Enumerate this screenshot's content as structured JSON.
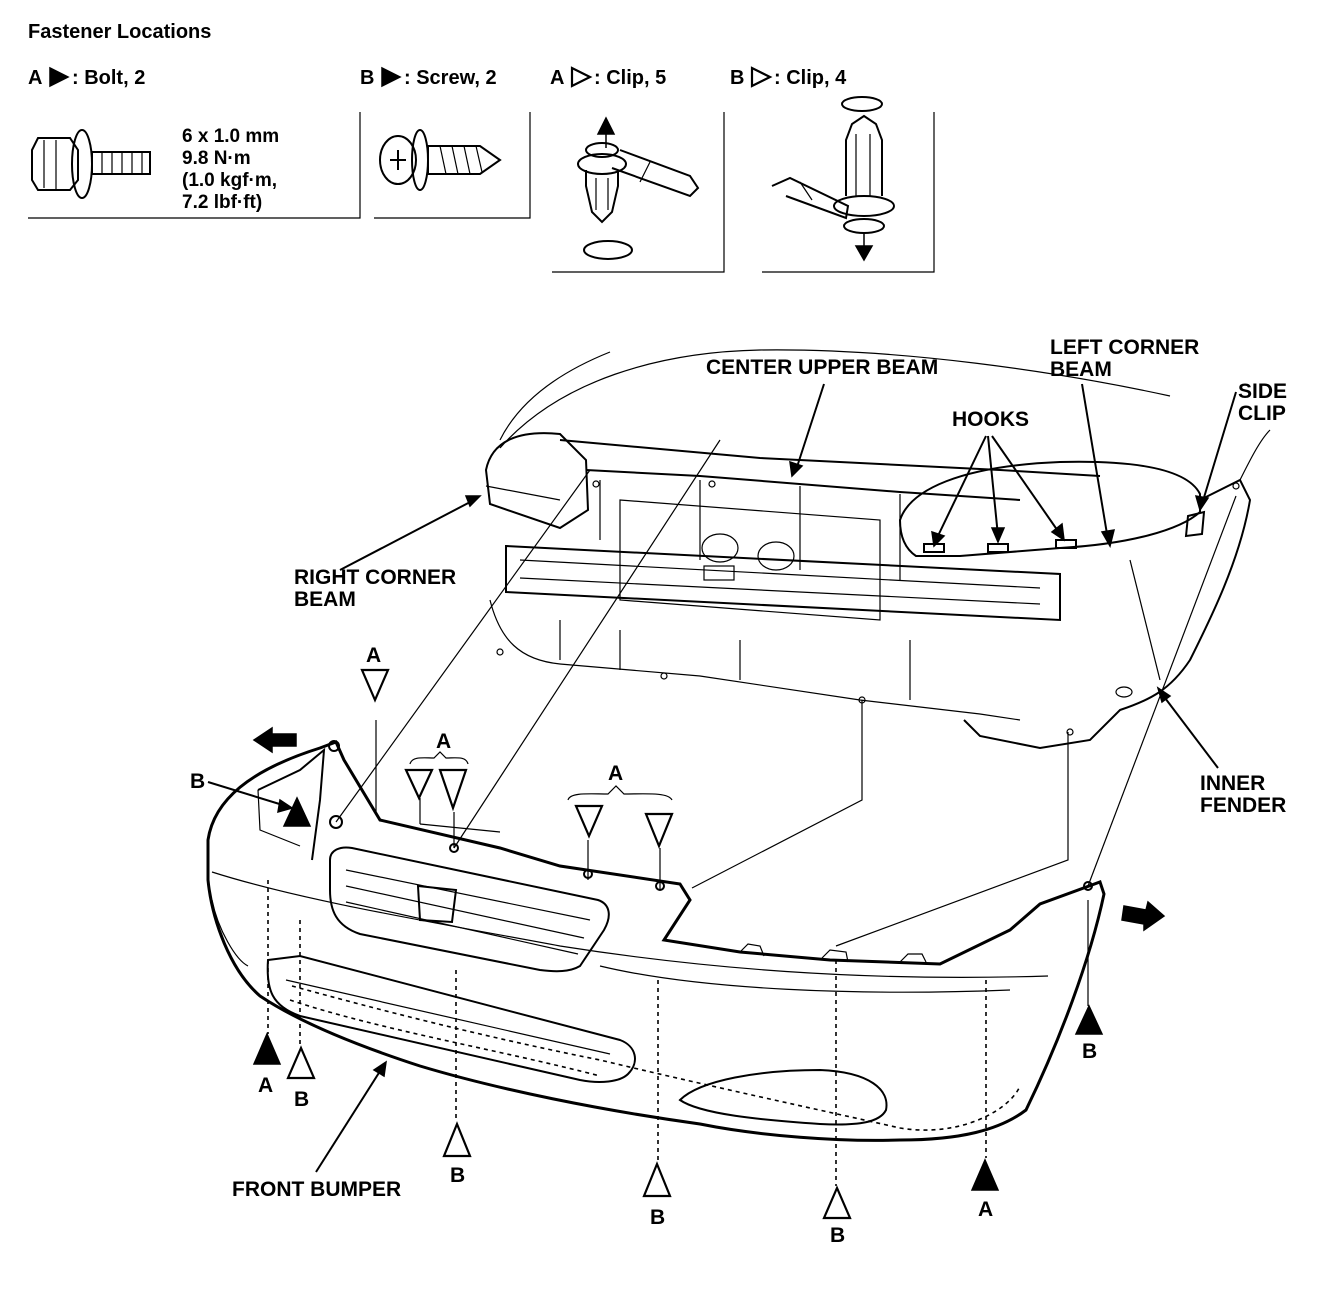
{
  "header": {
    "title": "Fastener Locations"
  },
  "legend": [
    {
      "letter": "A",
      "marker": "solid-triangle",
      "label": ": Bolt, 2"
    },
    {
      "letter": "B",
      "marker": "solid-triangle",
      "label": ": Screw, 2"
    },
    {
      "letter": "A",
      "marker": "hollow-triangle",
      "label": ": Clip, 5"
    },
    {
      "letter": "B",
      "marker": "hollow-triangle",
      "label": ": Clip, 4"
    }
  ],
  "bolt_spec": [
    "6 x 1.0 mm",
    "9.8 N·m",
    "(1.0 kgf·m,",
    "7.2 lbf·ft)"
  ],
  "labels": {
    "center_upper_beam": "CENTER UPPER BEAM",
    "left_corner_beam": [
      "LEFT CORNER",
      "BEAM"
    ],
    "side_clip": [
      "SIDE",
      "CLIP"
    ],
    "hooks": "HOOKS",
    "right_corner_beam": [
      "RIGHT CORNER",
      "BEAM"
    ],
    "inner_fender": [
      "INNER",
      "FENDER"
    ],
    "front_bumper": "FRONT BUMPER"
  },
  "markers": {
    "a": "A",
    "b": "B"
  },
  "icons": [
    "bolt-icon",
    "screw-icon",
    "clip-a-icon",
    "clip-b-icon",
    "arrow-left-icon",
    "arrow-right-icon"
  ]
}
